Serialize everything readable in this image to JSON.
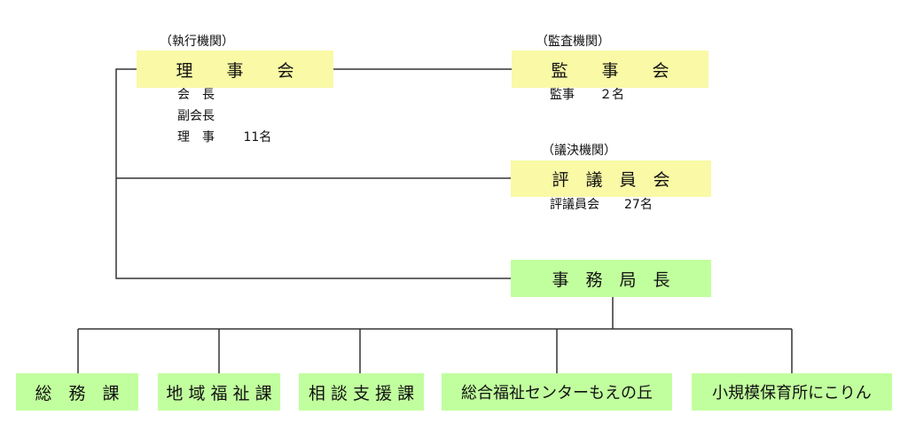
{
  "colors": {
    "executive": "#f9f9a6",
    "office": "#c1ff9e",
    "line": "#333333"
  },
  "board": {
    "category": "（執行機関）",
    "title": "理　　事　　会",
    "members": [
      "会　長",
      "副会長",
      "理　事　　 11名"
    ]
  },
  "auditors": {
    "category": "（監査機関）",
    "title": "監　　事　　会",
    "members": [
      "監事　　２名"
    ]
  },
  "councilors": {
    "category": "（議決機関）",
    "title": "評　議　員　会",
    "members": [
      "評議員会　　27名"
    ]
  },
  "secretariat": {
    "title": "事　務　局　長"
  },
  "departments": [
    {
      "label": "総　務　課"
    },
    {
      "label": "地 域 福 祉 課"
    },
    {
      "label": "相 談 支 援 課"
    },
    {
      "label": "総合福祉センターもえの丘"
    },
    {
      "label": "小規模保育所にこりん"
    }
  ]
}
